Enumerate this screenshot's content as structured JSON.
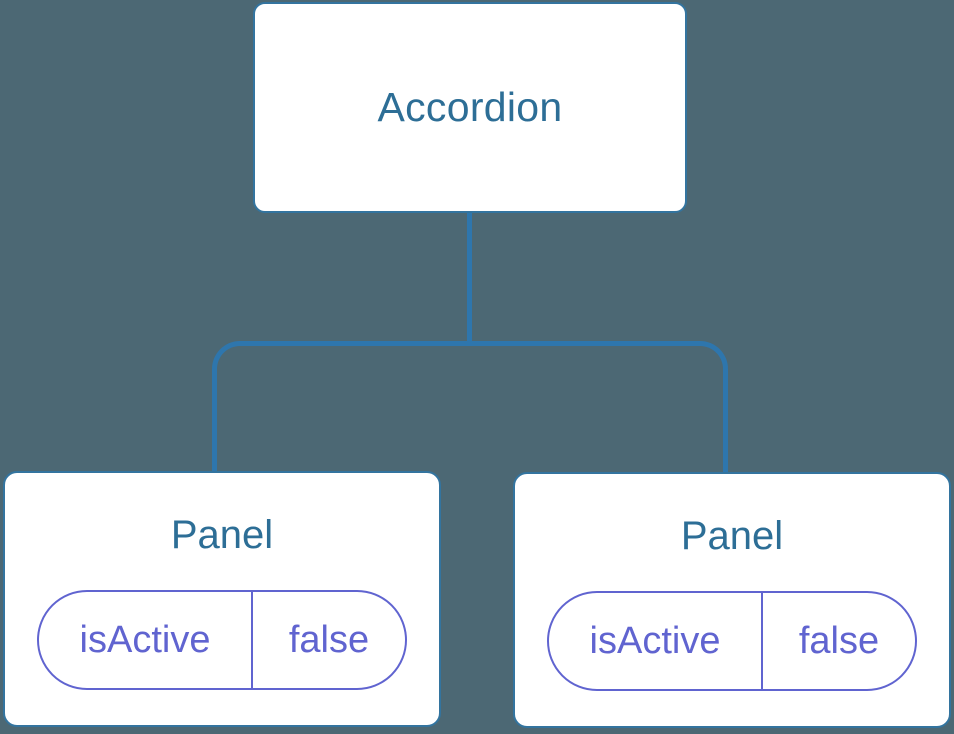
{
  "colors": {
    "background": "#4C6874",
    "connector": "#2E76AD",
    "node_border": "#33749F",
    "node_bg": "#FFFFFF",
    "node_text": "#2D6E96",
    "state_accent": "#6064D0"
  },
  "tree": {
    "root": {
      "label": "Accordion"
    },
    "children": [
      {
        "label": "Panel",
        "state": {
          "key": "isActive",
          "value": "false"
        }
      },
      {
        "label": "Panel",
        "state": {
          "key": "isActive",
          "value": "false"
        }
      }
    ]
  }
}
